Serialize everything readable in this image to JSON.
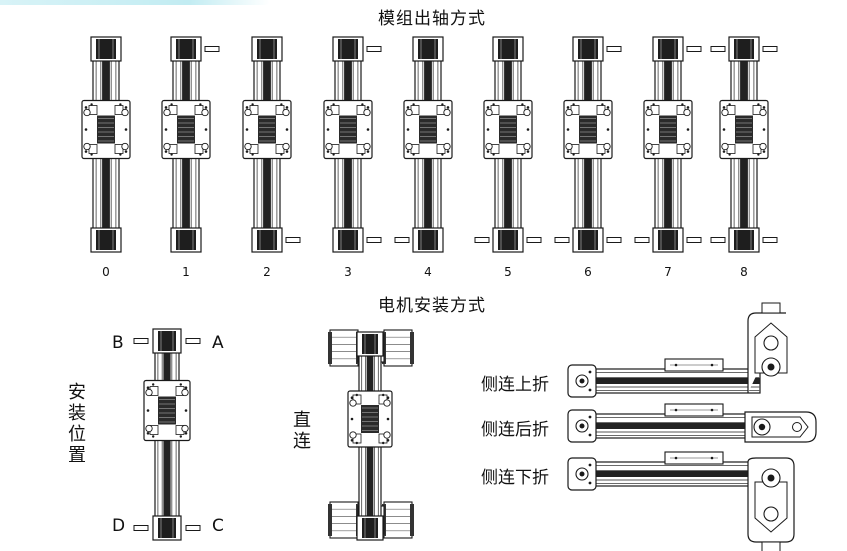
{
  "section1": {
    "title": "模组出轴方式",
    "positions": [
      {
        "label": "0",
        "shaft_top": "none",
        "shaft_bottom": "none"
      },
      {
        "label": "1",
        "shaft_top": "right",
        "shaft_bottom": "none"
      },
      {
        "label": "2",
        "shaft_top": "none",
        "shaft_bottom": "right"
      },
      {
        "label": "3",
        "shaft_top": "right",
        "shaft_bottom": "right"
      },
      {
        "label": "4",
        "shaft_top": "none",
        "shaft_bottom": "left"
      },
      {
        "label": "5",
        "shaft_top": "none",
        "shaft_bottom": "both"
      },
      {
        "label": "6",
        "shaft_top": "right",
        "shaft_bottom": "both"
      },
      {
        "label": "7",
        "shaft_top": "right",
        "shaft_bottom": "both"
      },
      {
        "label": "8",
        "shaft_top": "both",
        "shaft_bottom": "both"
      }
    ]
  },
  "section2": {
    "title": "电机安装方式",
    "install_position": {
      "label": "安装位置",
      "corners": {
        "top_left": "B",
        "top_right": "A",
        "bottom_left": "D",
        "bottom_right": "C"
      }
    },
    "direct": {
      "label": "直连"
    },
    "side_connections": [
      {
        "label": "侧连上折",
        "fold": "up"
      },
      {
        "label": "侧连后折",
        "fold": "back"
      },
      {
        "label": "侧连下折",
        "fold": "down"
      }
    ]
  }
}
